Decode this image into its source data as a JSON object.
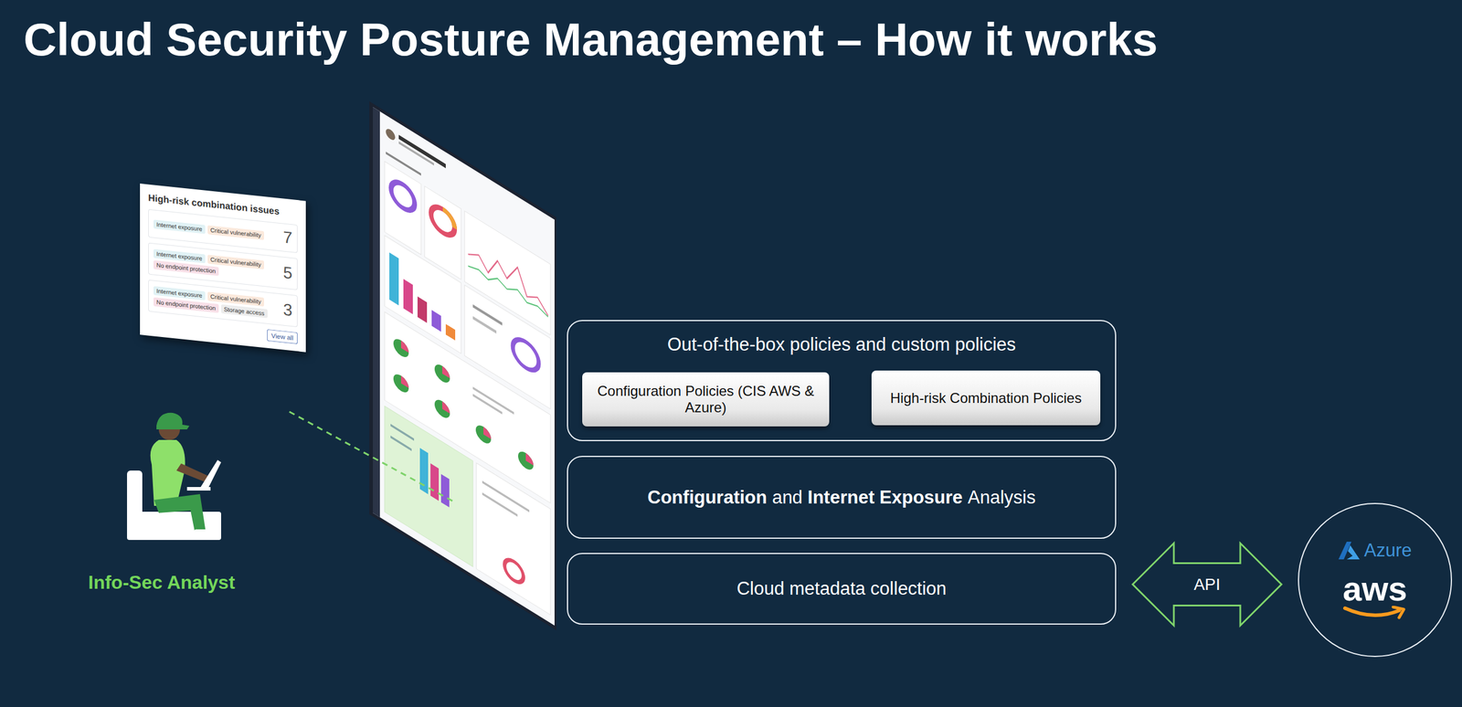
{
  "diagram": {
    "title": "Cloud Security Posture Management – How it works",
    "nodes": [
      {
        "text": [
          "High-risk combination issues"
        ]
      },
      {
        "text": [
          "Internet exposure",
          "Critical vulnerability",
          "7"
        ],
        "in": 0
      },
      {
        "text": [
          "Internet exposure",
          "Critical vulnerability",
          "No endpoint protection",
          "5"
        ],
        "in": 0
      },
      {
        "text": [
          "Internet exposure",
          "Critical vulnerability",
          "No endpoint protection",
          "Storage access",
          "3"
        ],
        "in": 0
      },
      {
        "text": [
          "Out-of-the-box policies and custom policies"
        ]
      },
      {
        "text": [
          "Configuration Policies (CIS AWS & Azure)"
        ],
        "in": 4
      },
      {
        "text": [
          "High-risk Combination Policies"
        ],
        "in": 4
      },
      {
        "text": [
          "Configuration",
          "and",
          "Internet Exposure",
          "Analysis"
        ]
      },
      {
        "text": [
          "Cloud metadata collection"
        ]
      },
      {
        "text": [
          "Azure",
          "aws"
        ]
      }
    ],
    "edges": [
      {
        "from": 8,
        "to": 9,
        "label": "API",
        "arrow": "both"
      }
    ],
    "labels": [
      "View all",
      "Info-Sec Analyst"
    ]
  }
}
